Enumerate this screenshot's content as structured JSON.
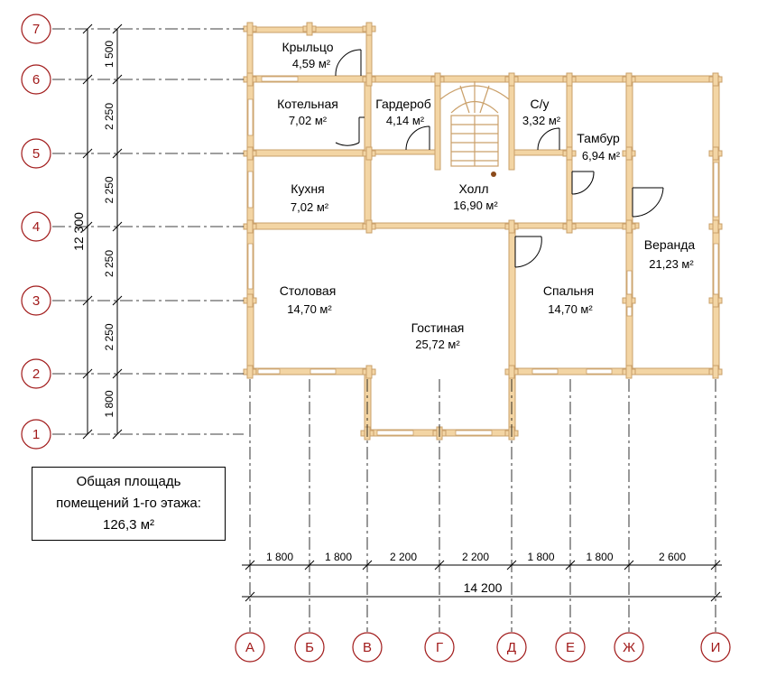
{
  "rooms": [
    {
      "id": "porch",
      "name": "Крыльцо",
      "area": "4,59 м²"
    },
    {
      "id": "boiler",
      "name": "Котельная",
      "area": "7,02 м²"
    },
    {
      "id": "wardrobe",
      "name": "Гардероб",
      "area": "4,14 м²"
    },
    {
      "id": "bath",
      "name": "С/у",
      "area": "3,32 м²"
    },
    {
      "id": "vestibule",
      "name": "Тамбур",
      "area": "6,94 м²"
    },
    {
      "id": "kitchen",
      "name": "Кухня",
      "area": "7,02 м²"
    },
    {
      "id": "hall",
      "name": "Холл",
      "area": "16,90 м²"
    },
    {
      "id": "veranda",
      "name": "Веранда",
      "area": "21,23 м²"
    },
    {
      "id": "dining",
      "name": "Столовая",
      "area": "14,70 м²"
    },
    {
      "id": "bedroom",
      "name": "Спальня",
      "area": "14,70 м²"
    },
    {
      "id": "living",
      "name": "Гостиная",
      "area": "25,72 м²"
    }
  ],
  "row_axes": [
    "7",
    "6",
    "5",
    "4",
    "3",
    "2",
    "1"
  ],
  "col_axes": [
    "А",
    "Б",
    "В",
    "Г",
    "Д",
    "Е",
    "Ж",
    "И"
  ],
  "left_dimensions": [
    "1 500",
    "2 250",
    "2 250",
    "2 250",
    "2 250",
    "1 800"
  ],
  "left_total": "12 300",
  "bottom_dimensions": [
    "1 800",
    "1 800",
    "2 200",
    "2 200",
    "1 800",
    "1 800",
    "2 600"
  ],
  "bottom_total": "14 200",
  "summary": {
    "line1": "Общая площадь",
    "line2": "помещений 1-го этажа:",
    "line3": "126,3 м²"
  },
  "colors": {
    "axis_bubble": "#a11a1a",
    "log_wall": "#f3d5a4",
    "log_outline": "#caa06a",
    "dim_line": "#000000"
  }
}
